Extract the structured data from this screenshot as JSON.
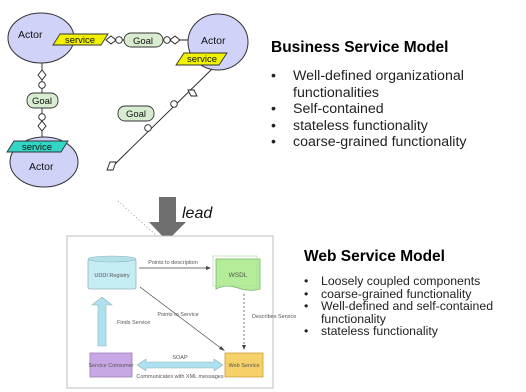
{
  "top_diagram": {
    "actor_label": "Actor",
    "service_label": "service",
    "goal_label": "Goal",
    "lead_label": "lead"
  },
  "business_model": {
    "title": "Business Service Model",
    "bullets": [
      "Well-defined organizational functionalities",
      "Self-contained",
      "stateless functionality",
      "coarse-grained functionality"
    ]
  },
  "web_model": {
    "title": "Web Service Model",
    "bullets": [
      "Loosely coupled components",
      "coarse-grained functionality",
      "Well-defined and self-contained functionality",
      "stateless functionality"
    ]
  },
  "web_service_figure": {
    "uddi_registry": "UDDI Registry",
    "wsdl": "WSDL",
    "points_to_description": "Points to description",
    "points_to_service": "Points to Service",
    "finds_service": "Finds Service",
    "describes_service": "Describes Service",
    "service_consumer": "Service Consumer",
    "soap": "SOAP",
    "communicates": "Communicates with XML messages",
    "web_service": "Web Service"
  },
  "colors": {
    "actor_fill": "#d0d2f8",
    "service_fill_yellow": "#f2f200",
    "service_fill_teal": "#33d6c4",
    "goal_fill": "#d8ecd0",
    "arrow_gray": "#6e6e6e"
  }
}
